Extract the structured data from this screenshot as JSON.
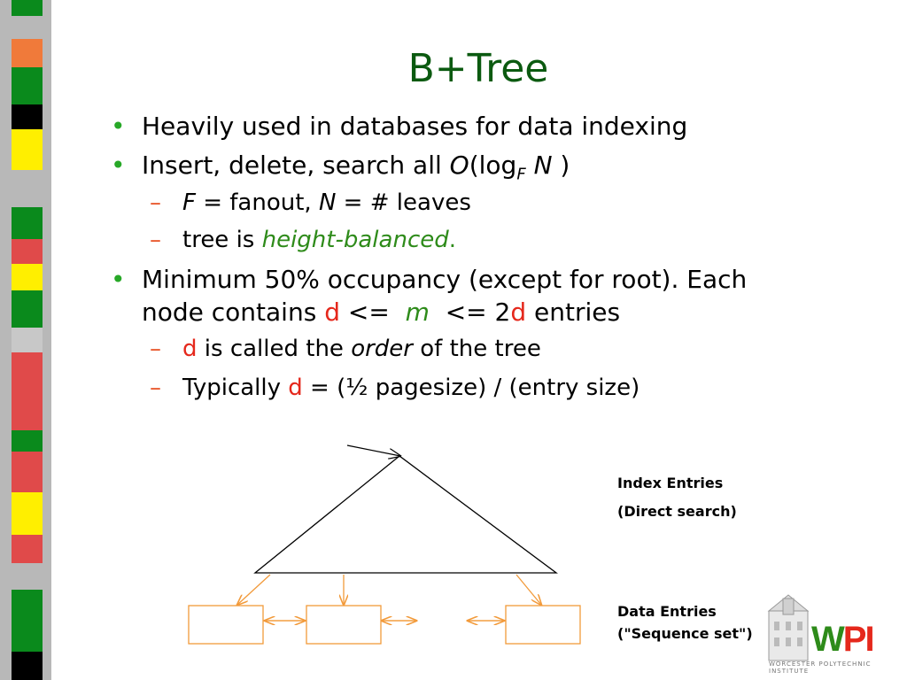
{
  "title": "B+Tree",
  "bullets": {
    "b1": "Heavily used in databases for data indexing",
    "b2": {
      "pre": "Insert, delete, search all ",
      "O": "O",
      "log": "(log",
      "F": "F",
      "N": "N",
      "post": " )"
    },
    "s1": {
      "F": "F",
      "mid": " = fanout, ",
      "N": "N",
      "post": " = # leaves"
    },
    "s2": {
      "pre": "tree is ",
      "hb": "height-balanced",
      "dot": "."
    },
    "b3": {
      "line1": "Minimum 50% occupancy (except for root).  Each",
      "pre": "node contains ",
      "d": "d",
      "lt": " <=  ",
      "m": "m",
      "lt2": "  <= 2",
      "d2": "d",
      "post": " entries"
    },
    "s3": {
      "d": "d",
      "mid": " is called the ",
      "order": "order",
      "post": " of the tree"
    },
    "s4": {
      "pre": "Typically ",
      "d": "d",
      "post": " = (½ pagesize) / (entry size)"
    }
  },
  "labels": {
    "index_1": "Index Entries",
    "index_2": "(Direct search)",
    "data_1": "Data Entries",
    "data_2": "(\"Sequence set\")"
  },
  "logo": {
    "name": "WPI",
    "sub": "WORCESTER POLYTECHNIC INSTITUTE"
  },
  "colors": {
    "title": "#0b5a10",
    "bullet": "#27a827",
    "dash": "#e8552a",
    "red": "#e5281c",
    "arrow": "#f29a3a",
    "box": "#f29a3a"
  },
  "icons": {
    "bullet": "bullet-dot-icon",
    "dash": "dash-icon"
  }
}
